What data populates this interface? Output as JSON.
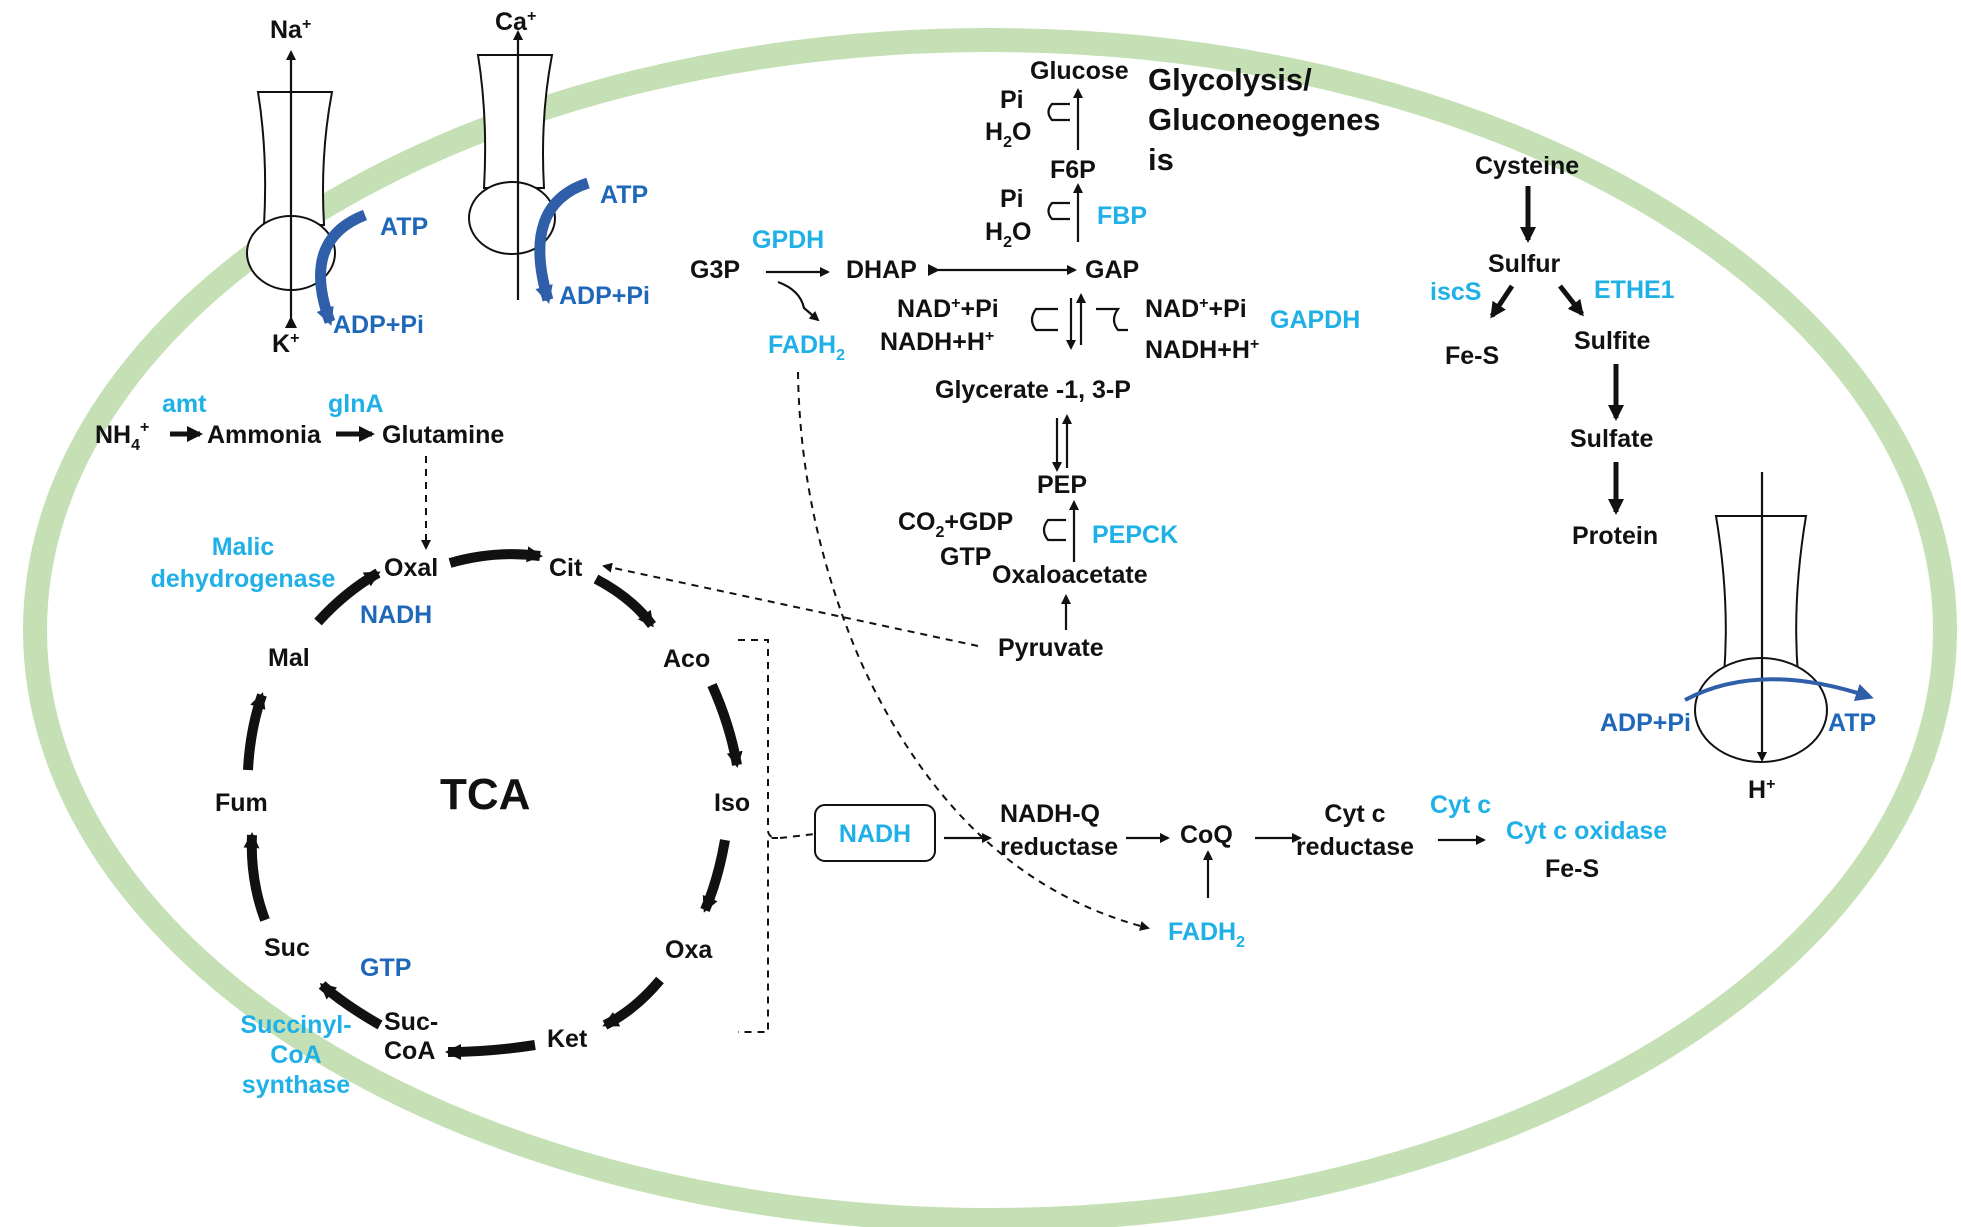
{
  "colors": {
    "membrane": "#c5e0b4",
    "metabolite": "#111111",
    "enzyme": "#1eb0e6",
    "cofactor": "#1f67b9"
  },
  "transporters": {
    "na_k": {
      "top_ion": "Na",
      "top_sup": "+",
      "bottom_ion": "K",
      "bottom_sup": "+",
      "atp": "ATP",
      "adp": "ADP+Pi"
    },
    "ca": {
      "top_ion": "Ca",
      "top_sup": "+",
      "atp": "ATP",
      "adp": "ADP+Pi"
    },
    "atp_synthase": {
      "adp": "ADP+Pi",
      "atp": "ATP",
      "bottom_ion": "H",
      "bottom_sup": "+"
    }
  },
  "nitrogen": {
    "nh4_base": "NH",
    "nh4_sub": "4",
    "nh4_sup": "+",
    "ammonia": "Ammonia",
    "glutamine": "Glutamine",
    "enzyme_amt": "amt",
    "enzyme_glna": "glnA"
  },
  "tca": {
    "label": "TCA",
    "oxal": "Oxal",
    "cit": "Cit",
    "aco": "Aco",
    "iso": "Iso",
    "oxa": "Oxa",
    "ket": "Ket",
    "suc_coa_1": "Suc-",
    "suc_coa_2": "CoA",
    "suc": "Suc",
    "fum": "Fum",
    "mal": "Mal",
    "malic_1": "Malic",
    "malic_2": "dehydrogenase",
    "nadh": "NADH",
    "gtp": "GTP",
    "succinyl_1": "Succinyl-",
    "succinyl_2": "CoA",
    "succinyl_3": "synthase"
  },
  "glycolysis": {
    "title_1": "Glycolysis/",
    "title_2": "Gluconeogenes",
    "title_3": "is",
    "glucose": "Glucose",
    "pi": "Pi",
    "h2o_base": "H",
    "h2o_sub": "2",
    "h2o_end": "O",
    "f6p": "F6P",
    "fbp": "FBP",
    "g3p": "G3P",
    "gpdh": "GPDH",
    "dhap": "DHAP",
    "gap": "GAP",
    "fadh2_base": "FADH",
    "fadh2_sub": "2",
    "nad_pi_base": "NAD",
    "nad_pi_sup": "+",
    "nad_pi_end": "+Pi",
    "nadh_h_base": "NADH+H",
    "nadh_h_sup": "+",
    "gapdh": "GAPDH",
    "glycerate": "Glycerate -1, 3-P",
    "pep": "PEP",
    "co2_base": "CO",
    "co2_sub": "2",
    "co2_end": "+GDP",
    "gtp": "GTP",
    "pepck": "PEPCK",
    "oxaloacetate": "Oxaloacetate",
    "pyruvate": "Pyruvate"
  },
  "sulfur": {
    "cysteine": "Cysteine",
    "sulfur": "Sulfur",
    "iscs": "iscS",
    "ethe1": "ETHE1",
    "fes": "Fe-S",
    "sulfite": "Sulfite",
    "sulfate": "Sulfate",
    "protein": "Protein"
  },
  "etc": {
    "nadh": "NADH",
    "nadh_q_1": "NADH-Q",
    "nadh_q_2": "reductase",
    "coq": "CoQ",
    "cytc_red_1": "Cyt c",
    "cytc_red_2": "reductase",
    "cytc": "Cyt c",
    "cytc_oxidase": "Cyt c oxidase",
    "fes": "Fe-S",
    "fadh2_base": "FADH",
    "fadh2_sub": "2"
  }
}
